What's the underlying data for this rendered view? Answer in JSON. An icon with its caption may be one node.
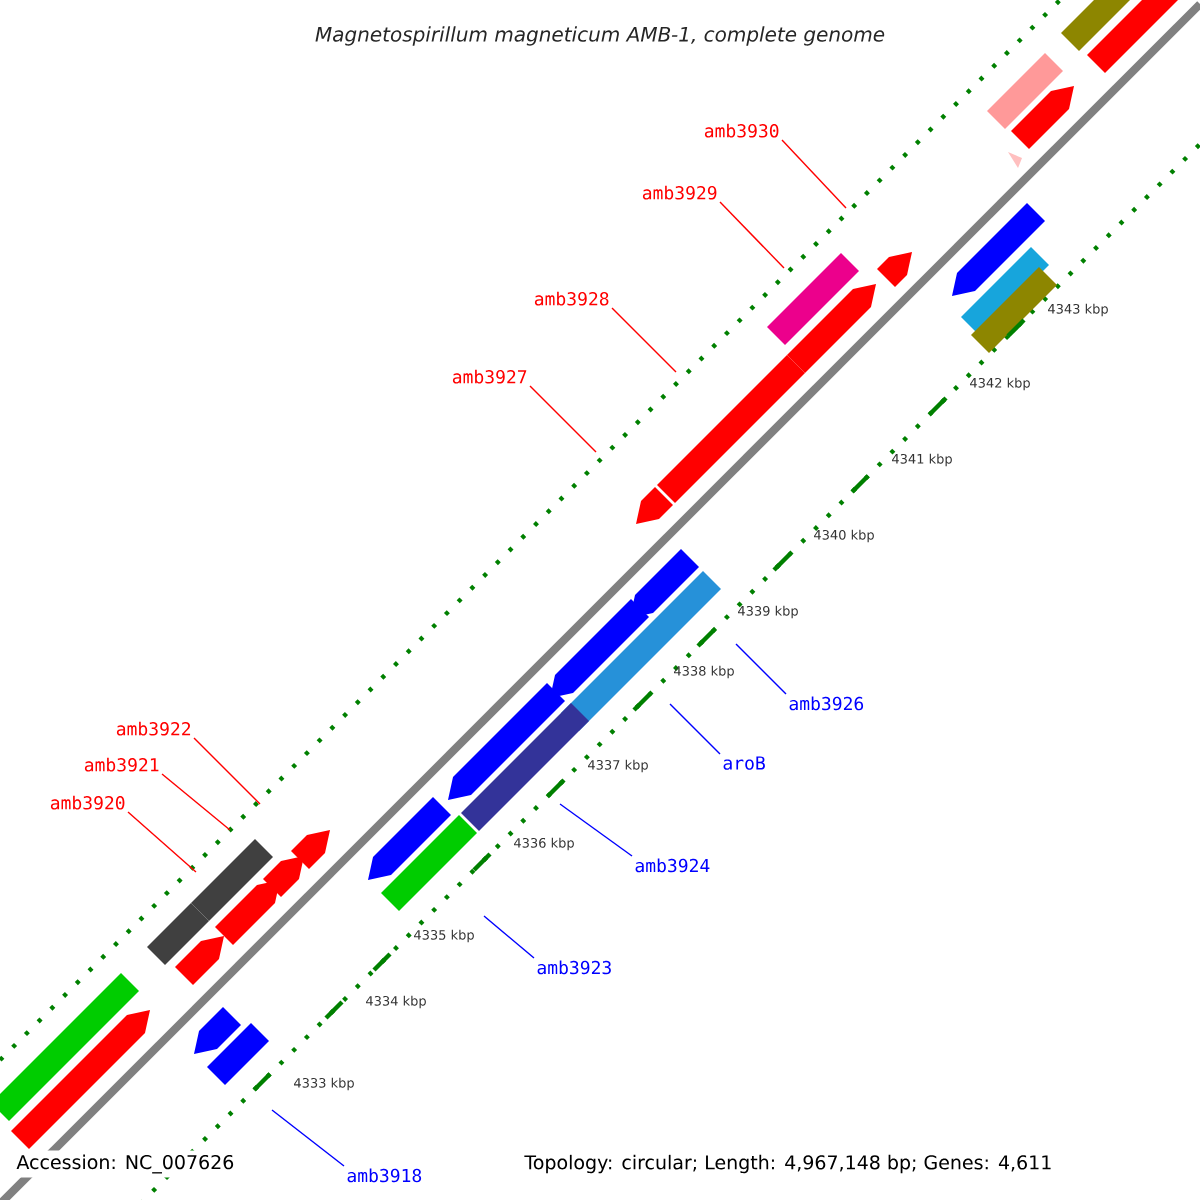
{
  "diagram": {
    "title": "Magnetospirillum magneticum AMB-1, complete genome",
    "nodes": [
      {
        "text": [
          "amb3930"
        ]
      },
      {
        "text": [
          "amb3929"
        ]
      },
      {
        "text": [
          "amb3928"
        ]
      },
      {
        "text": [
          "amb3927"
        ]
      },
      {
        "text": [
          "amb3922"
        ]
      },
      {
        "text": [
          "amb3921"
        ]
      },
      {
        "text": [
          "amb3920"
        ]
      },
      {
        "text": [
          "amb3926"
        ]
      },
      {
        "text": [
          "aroB"
        ]
      },
      {
        "text": [
          "amb3924"
        ]
      },
      {
        "text": [
          "amb3923"
        ]
      },
      {
        "text": [
          "amb3918"
        ]
      }
    ],
    "edges": [
      {
        "from": 0,
        "to": null,
        "arrow": "none"
      },
      {
        "from": 1,
        "to": null,
        "arrow": "none"
      },
      {
        "from": 2,
        "to": null,
        "arrow": "none"
      },
      {
        "from": 3,
        "to": null,
        "arrow": "none"
      },
      {
        "from": 4,
        "to": null,
        "arrow": "none"
      },
      {
        "from": 5,
        "to": null,
        "arrow": "none"
      },
      {
        "from": 6,
        "to": null,
        "arrow": "none"
      },
      {
        "from": 7,
        "to": null,
        "arrow": "none",
        "color": "#0000ff"
      },
      {
        "from": 8,
        "to": null,
        "arrow": "none",
        "color": "#0000ff"
      },
      {
        "from": 9,
        "to": null,
        "arrow": "none",
        "color": "#0000ff"
      },
      {
        "from": 10,
        "to": null,
        "arrow": "none",
        "color": "#0000ff"
      },
      {
        "from": 11,
        "to": null,
        "arrow": "none",
        "color": "#0000ff"
      }
    ],
    "labels": [
      "4343 kbp",
      "4342 kbp",
      "4341 kbp",
      "4340 kbp",
      "4339 kbp",
      "4338 kbp",
      "4337 kbp",
      "4336 kbp",
      "4335 kbp",
      "4334 kbp",
      "4333 kbp",
      "Accession: NC_007626",
      "Topology: circular; Length: 4,967,148 bp; Genes: 4,611"
    ]
  }
}
